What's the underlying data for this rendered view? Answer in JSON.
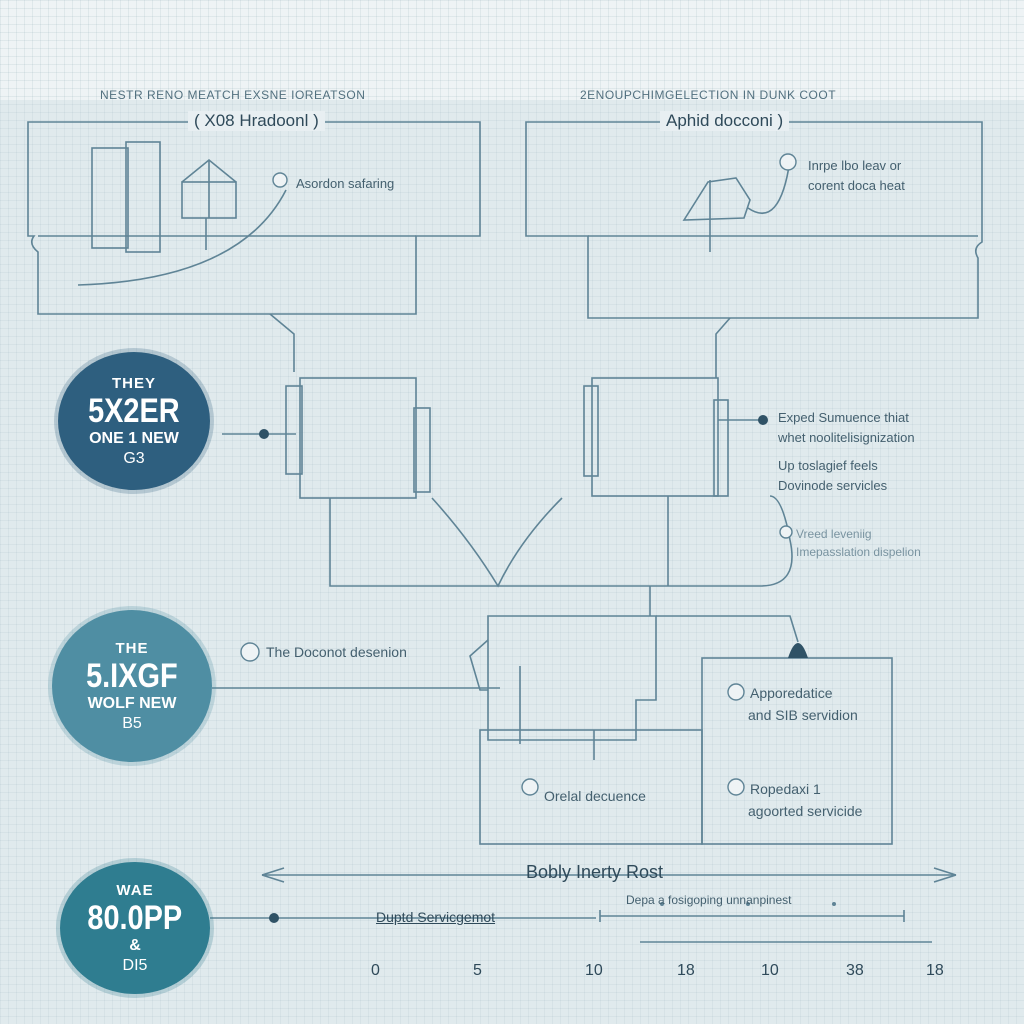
{
  "header": {
    "left_caption": "NESTR RENO MEATCH EXSNE IOREATSON",
    "right_caption": "2ENOUPCHIMGELECTION IN DUNK COOT"
  },
  "panels": {
    "left": {
      "title": "( X08 Hradoonl )",
      "note": "Asordon safaring"
    },
    "right": {
      "title": "Aphid docconi )",
      "note_line1": "Inrpe lbo leav or",
      "note_line2": "corent doca heat"
    }
  },
  "badges": [
    {
      "small": "THEY",
      "main": "5X2ER",
      "sub": "ONE 1 NEW",
      "code": "G3"
    },
    {
      "small": "THE",
      "main": "5.IXGF",
      "sub": "WOLF NEW",
      "code": "B5"
    },
    {
      "small": "WAE",
      "main": "80.0PP",
      "sub": "&",
      "code": "DI5"
    }
  ],
  "annotations": {
    "right_mid_1": "Exped Sumuence thiat",
    "right_mid_2": "whet noolitelisignization",
    "right_mid_3": "Up toslagief feels",
    "right_mid_4": "Dovinode servicles",
    "right_curve_1": "Vreed leveniig",
    "right_curve_2": "Imepasslation dispelion",
    "center_left": "The Doconot desenion",
    "box_right_1a": "Apporedatice",
    "box_right_1b": "and SIB servidion",
    "box_center": "Orelal decuence",
    "box_right_2a": "Ropedaxi 1",
    "box_right_2b": "agoorted servicide"
  },
  "timeline": {
    "title": "Bobly Inerty Rost",
    "left_label": "Duptd Servicgemot",
    "right_label": "Depa a fosigoping unnanpinest",
    "ticks": [
      "0",
      "5",
      "10",
      "18",
      "10",
      "38",
      "18"
    ]
  },
  "colors": {
    "line": "#5f8496",
    "line_dark": "#2f5266",
    "badge_navy": "#2e5f7f",
    "badge_teal": "#4f8ea3",
    "badge_deep_teal": "#2f7d90"
  }
}
